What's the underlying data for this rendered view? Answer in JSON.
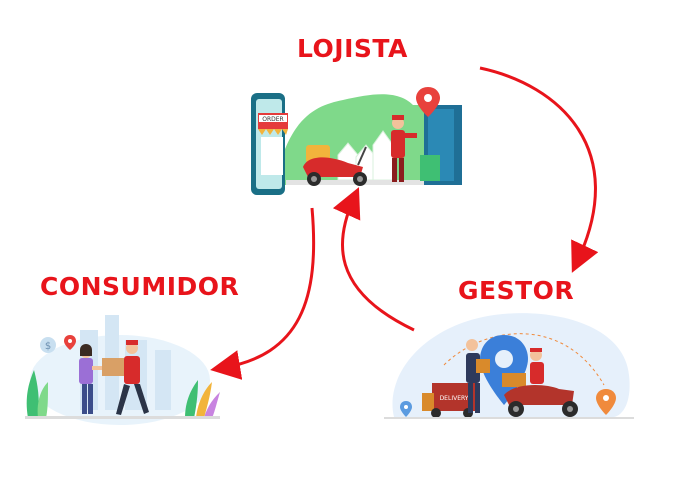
{
  "nodes": {
    "lojista": {
      "label": "LOJISTA"
    },
    "consumidor": {
      "label": "CONSUMIDOR"
    },
    "gestor": {
      "label": "GESTOR"
    }
  },
  "illustrations": {
    "lojista_sign": "ORDER",
    "gestor_truck_text": "DELIVERY"
  },
  "colors": {
    "label": "#e8141b",
    "arrow": "#e8141b",
    "green_hill": "#6fd27a",
    "delivery_red": "#d72b2b",
    "door_blue": "#1f6f96"
  }
}
